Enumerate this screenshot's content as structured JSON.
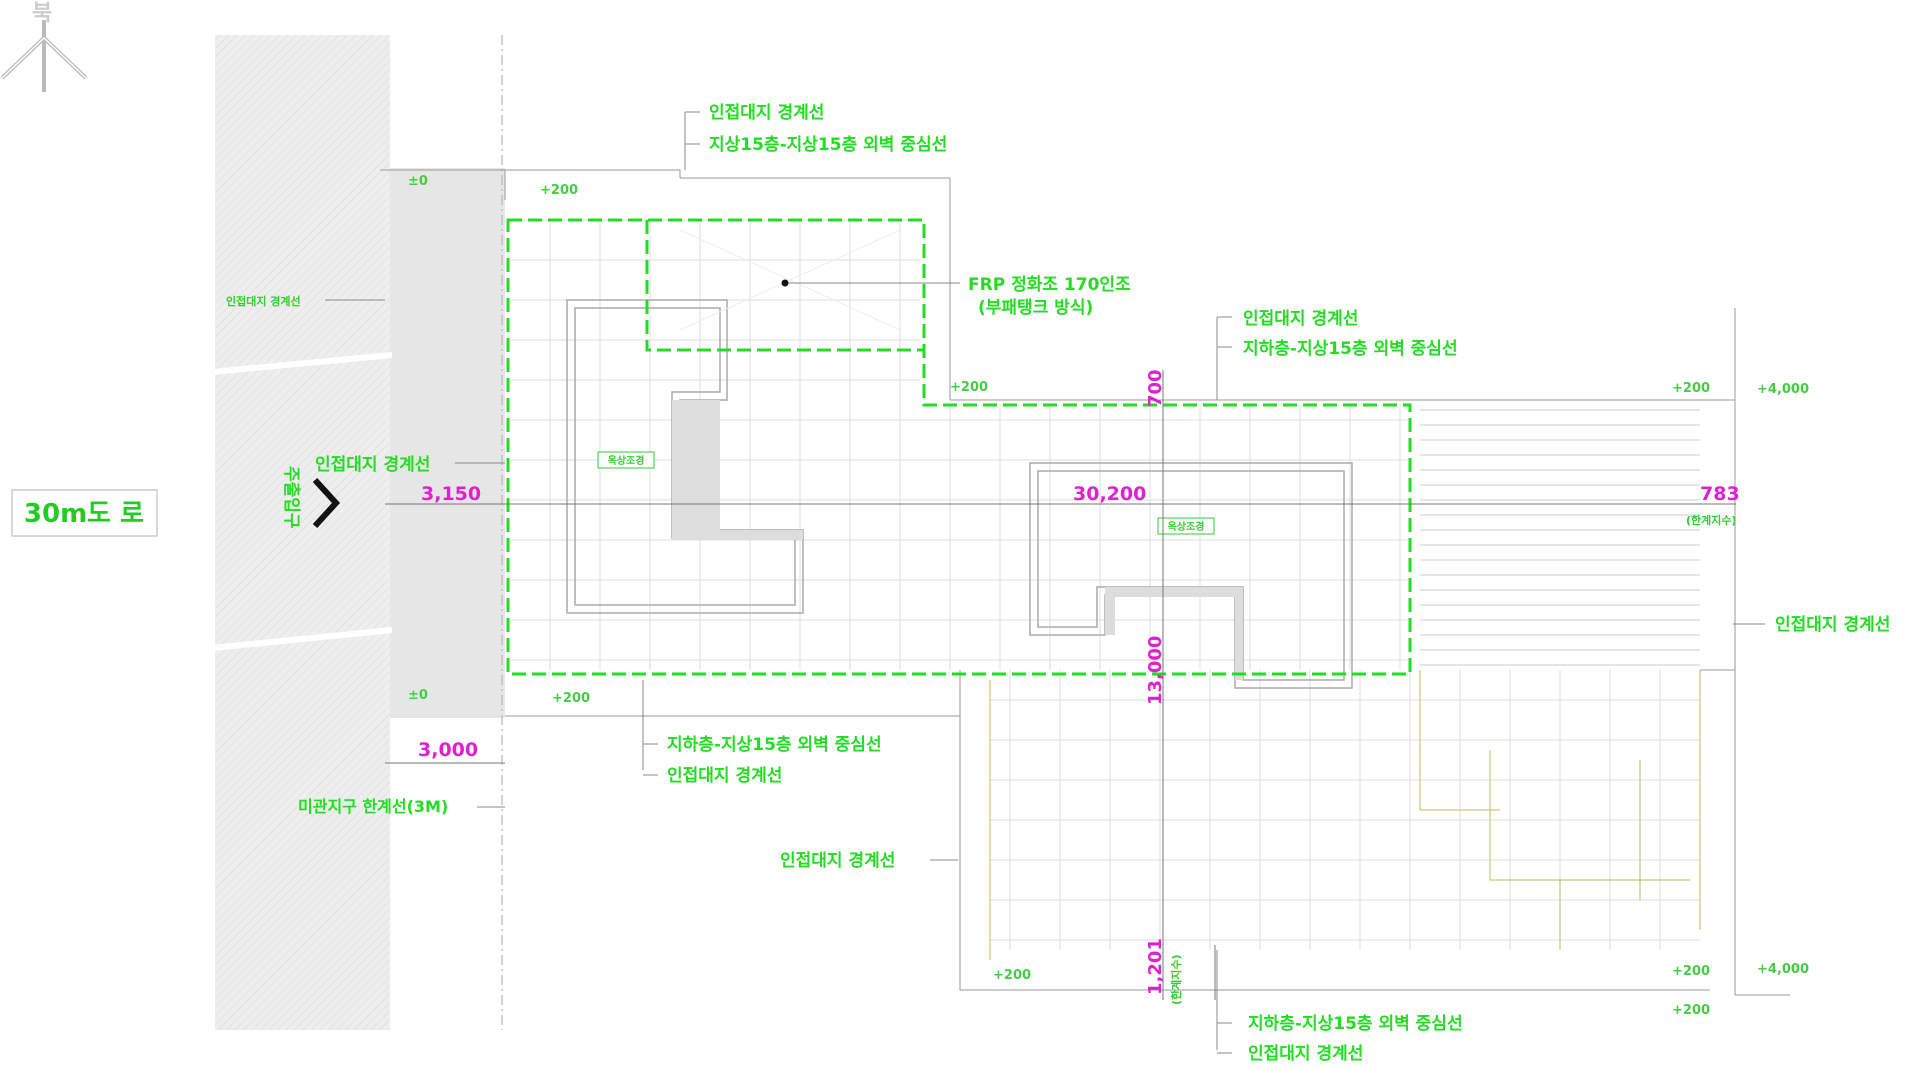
{
  "north_label": "북",
  "road": {
    "label": "30m도 로",
    "side_vertical": "주출입구"
  },
  "labels": {
    "boundary_top": "인접대지 경계선",
    "centerline_top": "지상15층-지상15층 외벽 중심선",
    "septic": "FRP 정화조 170인조",
    "septic_sub": "(부패탱크 방식)",
    "boundary_mid": "인접대지 경계선",
    "centerline_mid": "지하층-지상15층 외벽 중심선",
    "boundary_left": "인접대지 경계선",
    "boundary_left_small": "인접대지 경계선",
    "boundary_right": "인접대지 경계선",
    "centerline_bl": "지하층-지상15층 외벽 중심선",
    "boundary_bl": "인접대지 경계선",
    "district_line": "미관지구 한계선(3M)",
    "boundary_lower": "인접대지 경계선",
    "centerline_bottom": "지하층-지상15층 외벽 중심선",
    "boundary_bottom": "인접대지 경계선",
    "room_a": "옥상조경",
    "room_b": "옥상조경",
    "height_note_right": "(한계지수)",
    "height_note_bottom": "(한계지수)"
  },
  "levels": {
    "l1": "±0",
    "l2": "+200",
    "l3": "+200",
    "l4": "+200",
    "l5": "+4,000",
    "l6": "±0",
    "l7": "+200",
    "l8": "+200",
    "l9": "+200",
    "l10": "+4,000",
    "l11": "+200"
  },
  "dims": {
    "d3150": "3,150",
    "d30200": "30,200",
    "d700": "700",
    "d783": "783",
    "d3000": "3,000",
    "d13000": "13,000",
    "d1201": "1,201"
  },
  "colors": {
    "label_green": "#22dd22",
    "dimension_magenta": "#e020d0",
    "boundary_dash": "#22dd22",
    "road_fill": "#eeeeee"
  }
}
